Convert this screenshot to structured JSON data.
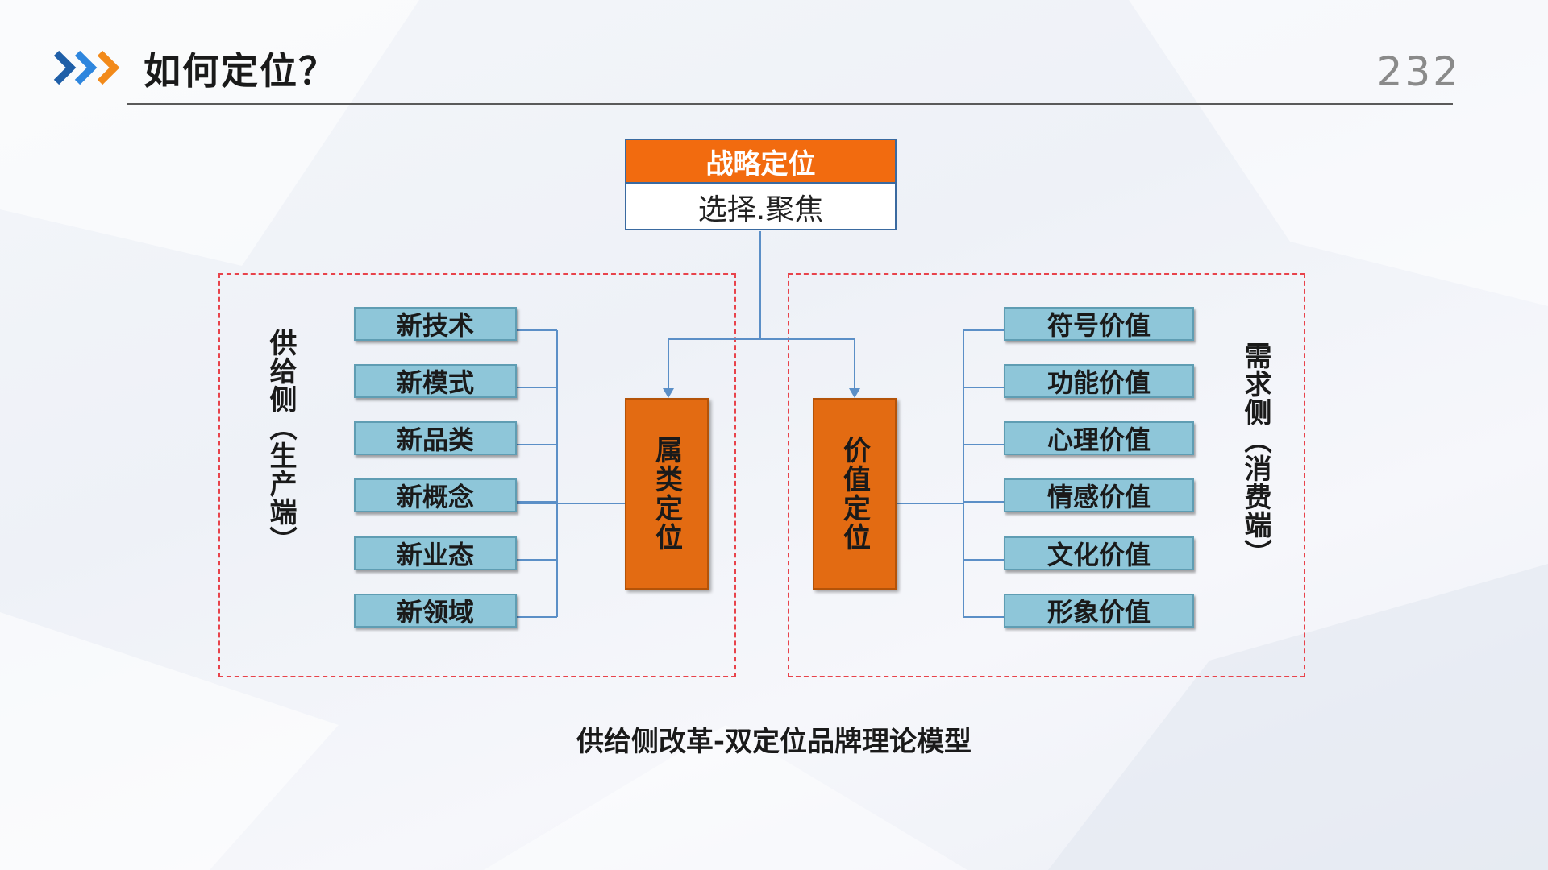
{
  "header": {
    "title": "如何定位？",
    "page_number": "232",
    "chevron_colors": [
      "#1f5fa8",
      "#2e86de",
      "#f28a1a"
    ]
  },
  "diagram": {
    "top": {
      "title": "战略定位",
      "subtitle": "选择.聚焦"
    },
    "left_group": {
      "side_label": "供给侧（生产端）",
      "hub": "属类定位",
      "items": [
        "新技术",
        "新模式",
        "新品类",
        "新概念",
        "新业态",
        "新领域"
      ]
    },
    "right_group": {
      "side_label": "需求侧（消费端）",
      "hub": "价值定位",
      "items": [
        "符号价值",
        "功能价值",
        "心理价值",
        "情感价值",
        "文化价值",
        "形象价值"
      ]
    },
    "caption": "供给侧改革-双定位品牌理论模型"
  },
  "colors": {
    "leaf_fill": "#8ec6d9",
    "hub_fill": "#e36b12",
    "top_fill": "#f26b0f",
    "dashed_border": "#e8434b",
    "connector": "#5b8fc7"
  }
}
